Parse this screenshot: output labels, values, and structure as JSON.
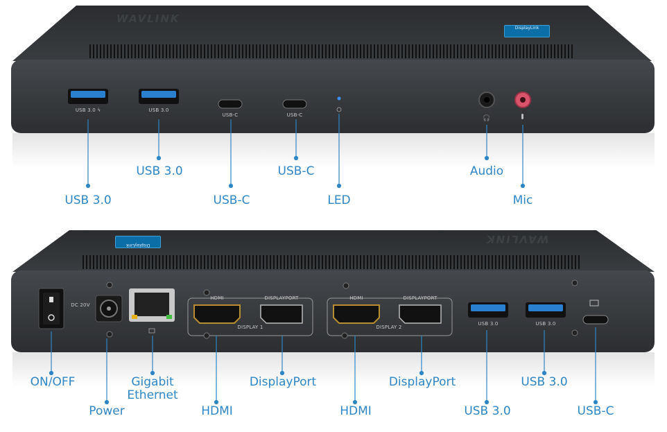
{
  "brand": "WAVLINK",
  "badge_text": "DisplayLink",
  "front": {
    "port_texts": {
      "usb30_a": "USB 3.0 ϟ",
      "usb30_b": "USB 3.0",
      "usbc_a": "USB-C",
      "usbc_b": "USB-C"
    },
    "callouts": {
      "usb30_left": "USB 3.0",
      "usb30_right": "USB 3.0",
      "usbc_left": "USB-C",
      "usbc_right": "USB-C",
      "led": "LED",
      "audio": "Audio",
      "mic": "Mic"
    }
  },
  "back": {
    "port_texts": {
      "dc": "DC 20V",
      "hdmi1": "HDMI",
      "dp1": "DISPLAYPORT",
      "display1": "DISPLAY 1",
      "hdmi2": "HDMI",
      "dp2": "DISPLAYPORT",
      "display2": "DISPLAY 2",
      "usb30_a": "USB 3.0",
      "usb30_b": "USB 3.0"
    },
    "callouts": {
      "onoff": "ON/OFF",
      "power": "Power",
      "ethernet_line1": "Gigabit",
      "ethernet_line2": "Ethernet",
      "hdmi1": "HDMI",
      "dp1": "DisplayPort",
      "hdmi2": "HDMI",
      "dp2": "DisplayPort",
      "usb30_left": "USB 3.0",
      "usb30_right": "USB 3.0",
      "usbc": "USB-C"
    }
  },
  "colors": {
    "callout": "#2f86c6",
    "body": "#2f3134",
    "usb_blue": "#2a7fd0",
    "mic_pink": "#d9536b",
    "led_blue": "#3b8fff"
  }
}
